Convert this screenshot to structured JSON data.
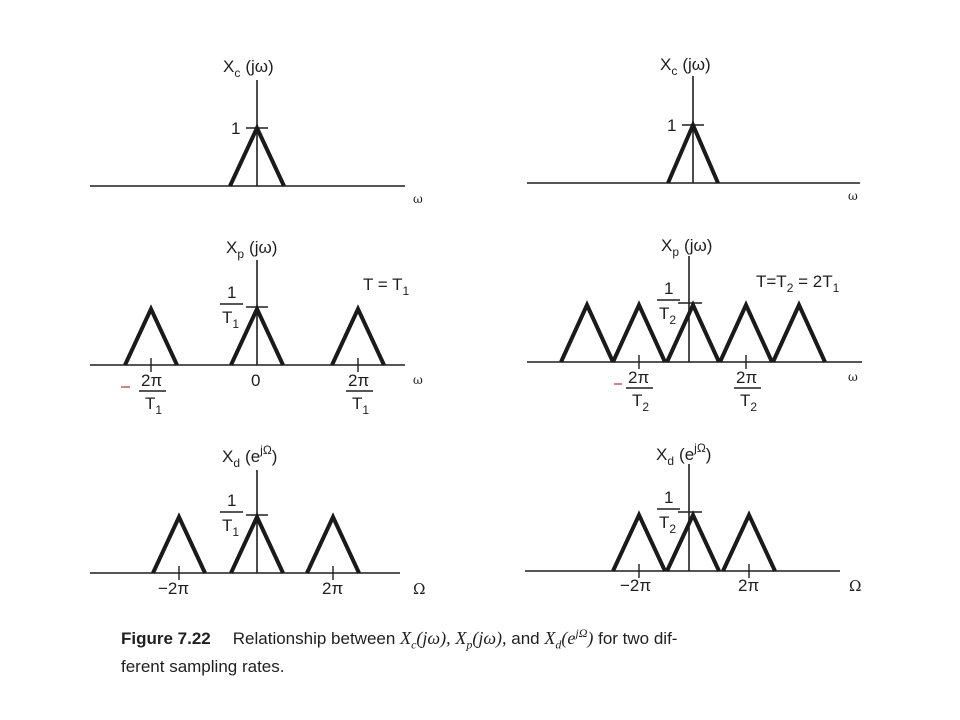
{
  "caption": {
    "figure_number": "Figure 7.22",
    "text_before": "Relationship between",
    "term_xc": "X",
    "term_xc_sub": "c",
    "term_xc_arg": "(jω),",
    "term_xp": "X",
    "term_xp_sub": "p",
    "term_xp_arg": "(jω),",
    "text_and": "and",
    "term_xd": "X",
    "term_xd_sub": "d",
    "term_xd_arg_open": "(e",
    "term_xd_arg_sup": "jΩ",
    "term_xd_arg_close": ")",
    "text_after": "for two dif-",
    "line2": "ferent sampling rates."
  },
  "panels": {
    "xc_left": {
      "title_main": "X",
      "title_sub": "c",
      "title_arg": "(jω)",
      "height_label": "1",
      "axis_label": "ω"
    },
    "xc_right": {
      "title_main": "X",
      "title_sub": "c",
      "title_arg": "(jω)",
      "height_label": "1",
      "axis_label": "ω"
    },
    "xp_left": {
      "title_main": "X",
      "title_sub": "p",
      "title_arg": "(jω)",
      "height_num": "1",
      "height_den": "T",
      "height_den_sub": "1",
      "period_label": "T = T",
      "period_label_sub": "1",
      "tick_left_num": "2π",
      "tick_left_den": "T",
      "tick_left_den_sub": "1",
      "tick_center": "0",
      "tick_right_num": "2π",
      "tick_right_den": "T",
      "tick_right_den_sub": "1",
      "axis_label": "ω"
    },
    "xp_right": {
      "title_main": "X",
      "title_sub": "p",
      "title_arg": "(jω)",
      "height_num": "1",
      "height_den": "T",
      "height_den_sub": "2",
      "period_label_a": "T=T",
      "period_label_sub": "2",
      "period_label_b": " = 2T",
      "period_label_sub2": "1",
      "tick_left_num": "2π",
      "tick_left_den": "T",
      "tick_left_den_sub": "2",
      "tick_right_num": "2π",
      "tick_right_den": "T",
      "tick_right_den_sub": "2",
      "axis_label": "ω"
    },
    "xd_left": {
      "title_main": "X",
      "title_sub": "d",
      "title_open": "(e",
      "title_sup": "jΩ",
      "title_close": ")",
      "height_num": "1",
      "height_den": "T",
      "height_den_sub": "1",
      "tick_left": "−2π",
      "tick_right": "2π",
      "axis_label": "Ω"
    },
    "xd_right": {
      "title_main": "X",
      "title_sub": "d",
      "title_open": "(e",
      "title_sup": "jΩ",
      "title_close": ")",
      "height_num": "1",
      "height_den": "T",
      "height_den_sub": "2",
      "tick_left": "−2π",
      "tick_right": "2π",
      "axis_label": "Ω"
    }
  }
}
